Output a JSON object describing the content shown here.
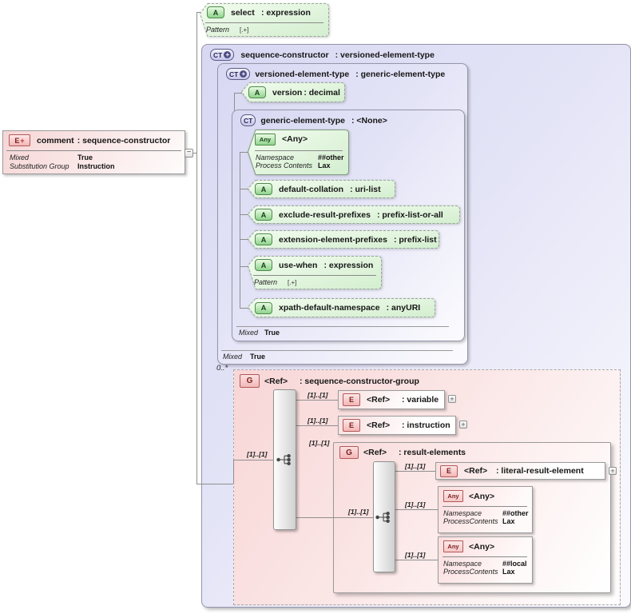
{
  "icons": {
    "element": "E",
    "element_plus": "+",
    "attribute": "A",
    "complex_type": "CT",
    "complex_type_plus": "+",
    "any": "Any",
    "group": "G",
    "collapse": "−",
    "expand": "+"
  },
  "comment_element": {
    "name": "comment",
    "type": ": sequence-constructor",
    "properties": [
      {
        "label": "Mixed",
        "value": "True"
      },
      {
        "label": "Substitution Group",
        "value": "Instruction"
      }
    ]
  },
  "select_attribute": {
    "name": "select",
    "type": ": expression",
    "facet_label": "Pattern",
    "facet_value": "[.+]"
  },
  "type_box": {
    "name": "sequence-constructor",
    "type": ": versioned-element-type"
  },
  "versioned": {
    "name": "versioned-element-type",
    "type": ": generic-element-type",
    "mixed_label": "Mixed",
    "mixed_value": "True"
  },
  "version_attr": {
    "name": "version",
    "type": ": decimal"
  },
  "generic": {
    "name": "generic-element-type",
    "type": ": <None>",
    "mixed_label": "Mixed",
    "mixed_value": "True"
  },
  "any_wildcard_green": {
    "name": "<Any>",
    "rows": [
      {
        "label": "Namespace",
        "value": "##other"
      },
      {
        "label": "Process Contents",
        "value": "Lax"
      }
    ]
  },
  "attr_default_collation": {
    "name": "default-collation",
    "type": ": uri-list"
  },
  "attr_exclude": {
    "name": "exclude-result-prefixes",
    "type": ": prefix-list-or-all"
  },
  "attr_extension": {
    "name": "extension-element-prefixes",
    "type": ": prefix-list"
  },
  "attr_use_when": {
    "name": "use-when",
    "type": ": expression",
    "facet_label": "Pattern",
    "facet_value": "[.+]"
  },
  "attr_xpath_default": {
    "name": "xpath-default-namespace",
    "type": ": anyURI"
  },
  "group": {
    "occurs": "0..*",
    "name": "<Ref>",
    "type": ": sequence-constructor-group",
    "card_input": "[1]..[1]"
  },
  "ref_variable": {
    "card": "[1]..[1]",
    "name": "<Ref>",
    "type": ": variable"
  },
  "ref_instruction": {
    "card": "[1]..[1]",
    "name": "<Ref>",
    "type": ": instruction"
  },
  "result_elements": {
    "card": "[1]..[1]",
    "card_seq": "[1]..[1]",
    "name": "<Ref>",
    "type": ": result-elements"
  },
  "ref_literal": {
    "card": "[1]..[1]",
    "name": "<Ref>",
    "type": ": literal-result-element"
  },
  "any_other_pink": {
    "card": "[1]..[1]",
    "name": "<Any>",
    "rows": [
      {
        "label": "Namespace",
        "value": "##other"
      },
      {
        "label": "ProcessContents",
        "value": "Lax"
      }
    ]
  },
  "any_local_pink": {
    "card": "[1]..[1]",
    "name": "<Any>",
    "rows": [
      {
        "label": "Namespace",
        "value": "##local"
      },
      {
        "label": "ProcessContents",
        "value": "Lax"
      }
    ]
  },
  "colors": {
    "accent_green": "#4e8a4e",
    "accent_pink": "#b25858",
    "accent_purple": "#5b5b84",
    "line": "#8f8f8f"
  }
}
